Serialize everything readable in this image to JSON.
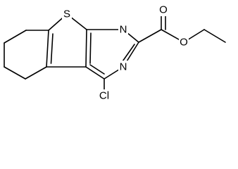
{
  "atoms": {
    "sulfur": "S",
    "nitrogen_top": "N",
    "nitrogen_bottom": "N",
    "chlorine": "Cl",
    "carbonyl_oxygen": "O",
    "ester_oxygen": "O"
  }
}
